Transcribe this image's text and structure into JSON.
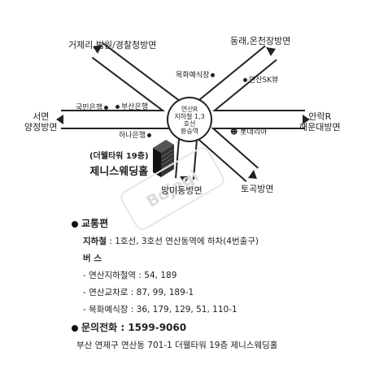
{
  "map": {
    "destinations": {
      "top_left": "거제리,법원/경찰청방면",
      "top_right": "동래,온천장방면",
      "left_line1": "서면",
      "left_line2": "양정방면",
      "right_line1": "안락R",
      "right_line2": "해운대방면",
      "bottom_center": "망미동방면",
      "bottom_right": "토곡방면"
    },
    "landmarks": {
      "mokhwa": "목화예식장",
      "sk": "연산SK뷰",
      "kookmin": "국민은행",
      "busan": "부산은행",
      "hana": "하나은행",
      "lotteria": "롯데리아"
    },
    "hub": {
      "line1": "연산R",
      "line2": "지하철 1,3 호선",
      "line3": "환승역"
    },
    "building": {
      "sub": "(더웰타워 19층)",
      "name": "제니스웨딩홀"
    },
    "watermark": "Bojagi"
  },
  "info": {
    "transport_title": "교통편",
    "subway_label": "지하철",
    "subway_text": "1호선, 3호선 연산동역에 하차(4번출구)",
    "bus_label": "버   스",
    "bus_lines": [
      "- 연산지하철역 : 54, 189",
      "- 연산교차로 : 87, 99, 189-1",
      "- 목화예식장 : 36, 179, 129, 51, 110-1"
    ],
    "phone_label": "문의전화 :",
    "phone_number": "1599-9060",
    "address": "부산 연제구 연산동 701-1 더웰타워 19층 제니스웨딩홀"
  },
  "colors": {
    "road_outline": "#222222",
    "road_fill": "#ffffff",
    "text": "#222222"
  }
}
